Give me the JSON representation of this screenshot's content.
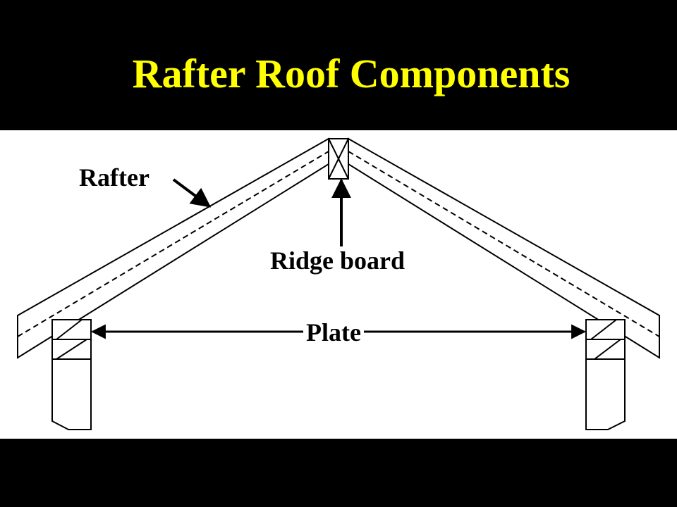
{
  "slide": {
    "title": "Rafter Roof Components"
  },
  "labels": {
    "rafter": "Rafter",
    "ridge_board": "Ridge board",
    "plate": "Plate"
  },
  "colors": {
    "background": "#000000",
    "title": "#ffff00",
    "panel": "#ffffff",
    "ink": "#000000"
  }
}
